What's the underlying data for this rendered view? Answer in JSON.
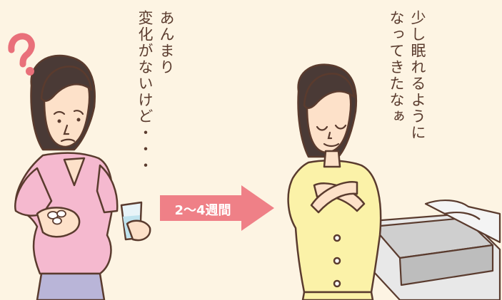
{
  "scene": {
    "before": {
      "speech_lines": [
        "あんまり",
        "変化がないけど・・・"
      ],
      "mark": "?"
    },
    "arrow": {
      "label": "2〜4週間"
    },
    "after": {
      "speech_lines": [
        "少し眠れるように",
        "なってきたなぁ"
      ]
    }
  },
  "colors": {
    "background": "#fdf4e3",
    "outline": "#5a3b2e",
    "arrow": "#ef8087",
    "question_mark": "#e9707a",
    "pink_top": "#f5b9cf",
    "yellow_top": "#fbf2a8",
    "skin": "#fde1c9",
    "hair": "#4a3a36",
    "skirt": "#b9b5d8",
    "bed": "#d8d8d8"
  },
  "icons": {
    "arrow": "right-arrow-icon",
    "question": "question-mark-icon",
    "pills": "pills-icon",
    "glass": "water-glass-icon",
    "bed": "bed-icon"
  }
}
